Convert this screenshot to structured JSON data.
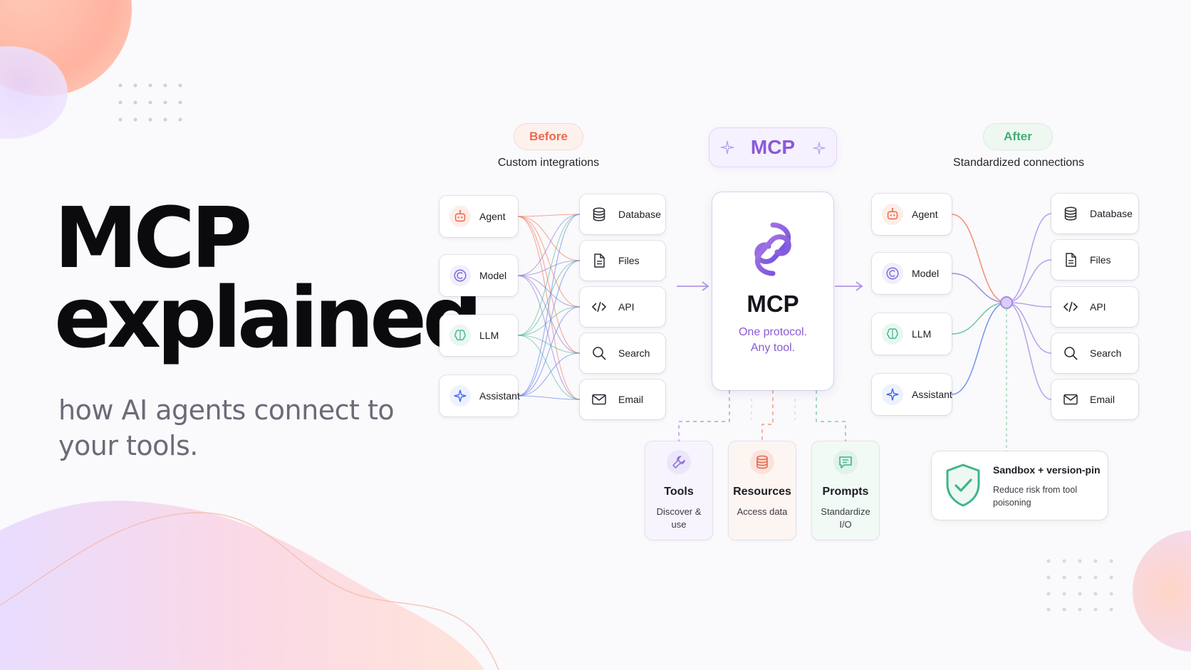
{
  "hero": {
    "title_line1": "MCP",
    "title_line2": "explained",
    "subtitle": "how AI agents connect to your tools."
  },
  "before": {
    "pill": "Before",
    "caption": "Custom integrations",
    "clients": [
      {
        "label": "Agent",
        "icon": "robot-icon",
        "color": "#ef6a4a"
      },
      {
        "label": "Model",
        "icon": "model-c-icon",
        "color": "#7b6ad8"
      },
      {
        "label": "LLM",
        "icon": "brain-icon",
        "color": "#3fb58a"
      },
      {
        "label": "Assistant",
        "icon": "sparkle-icon",
        "color": "#4a6ee8"
      }
    ],
    "tools": [
      {
        "label": "Database",
        "icon": "database-icon"
      },
      {
        "label": "Files",
        "icon": "file-icon"
      },
      {
        "label": "API",
        "icon": "code-icon"
      },
      {
        "label": "Search",
        "icon": "search-icon"
      },
      {
        "label": "Email",
        "icon": "mail-icon"
      }
    ]
  },
  "mcp": {
    "pill": "MCP",
    "name": "MCP",
    "tagline_line1": "One protocol.",
    "tagline_line2": "Any tool.",
    "accent": "#8a5ad8"
  },
  "after": {
    "pill": "After",
    "caption": "Standardized connections",
    "clients": [
      {
        "label": "Agent",
        "icon": "robot-icon",
        "color": "#ef6a4a"
      },
      {
        "label": "Model",
        "icon": "model-c-icon",
        "color": "#7b6ad8"
      },
      {
        "label": "LLM",
        "icon": "brain-icon",
        "color": "#3fb58a"
      },
      {
        "label": "Assistant",
        "icon": "sparkle-icon",
        "color": "#4a6ee8"
      }
    ],
    "tools": [
      {
        "label": "Database",
        "icon": "database-icon"
      },
      {
        "label": "Files",
        "icon": "file-icon"
      },
      {
        "label": "API",
        "icon": "code-icon"
      },
      {
        "label": "Search",
        "icon": "search-icon"
      },
      {
        "label": "Email",
        "icon": "mail-icon"
      }
    ]
  },
  "primitives": [
    {
      "title": "Tools",
      "desc": "Discover & use",
      "icon": "wrench-icon",
      "color": "#8a6ad8",
      "bg": "#f5f1fd"
    },
    {
      "title": "Resources",
      "desc": "Access data",
      "icon": "database-icon",
      "color": "#e8674a",
      "bg": "#fdf4f1"
    },
    {
      "title": "Prompts",
      "desc": "Standardize I/O",
      "icon": "chat-icon",
      "color": "#3fb58a",
      "bg": "#f1faf5"
    }
  ],
  "sandbox": {
    "title": "Sandbox + version-pin",
    "desc": "Reduce risk from tool poisoning",
    "icon": "shield-check-icon",
    "color": "#3fb58a"
  }
}
